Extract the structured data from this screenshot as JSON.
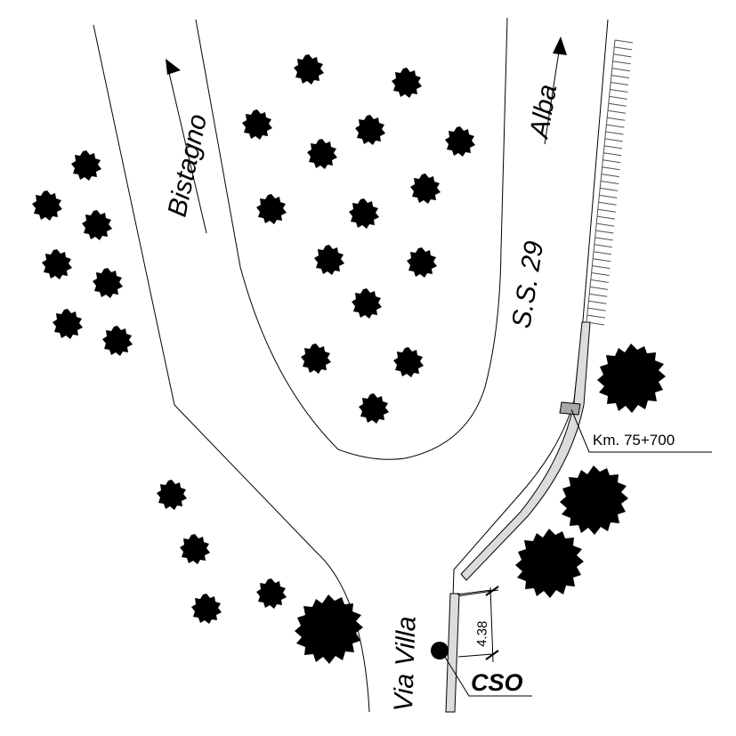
{
  "labels": {
    "bistagno": "Bistagno",
    "alba": "Alba",
    "ss29": "S.S. 29",
    "km": "Km. 75+700",
    "via_villa": "Via Villa",
    "dimension": "4.38",
    "cso": "CSO"
  },
  "colors": {
    "vegetation_fill": "#c7e5dc",
    "vegetation_stroke": "#4e6e66",
    "barrier_fill": "#dcdcdc",
    "barrier_marker": "#a8a8a8",
    "fence": "#505050",
    "lines": "#000000"
  },
  "icons": {
    "small_shrub": "shrub-icon",
    "large_tree": "tree-icon",
    "direction_arrow": "arrow-icon",
    "outfall": "filled-circle-icon"
  }
}
